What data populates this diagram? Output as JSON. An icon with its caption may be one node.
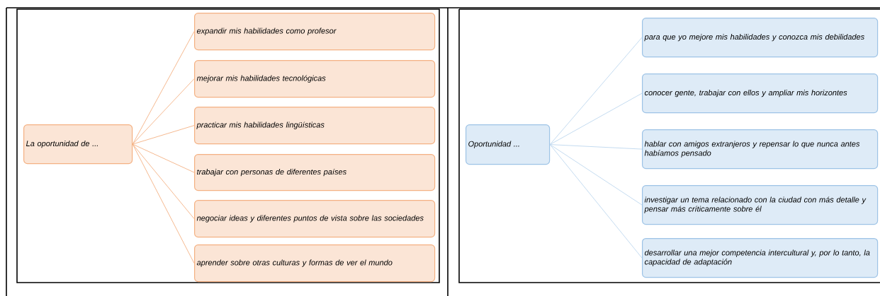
{
  "diagram": {
    "nodes": [
      {
        "text": [
          "La oportunidad de ..."
        ]
      },
      {
        "text": [
          "expandir mis habilidades como profesor"
        ]
      },
      {
        "text": [
          "mejorar mis habilidades tecnológicas"
        ]
      },
      {
        "text": [
          "practicar mis habilidades lingüísticas"
        ]
      },
      {
        "text": [
          "trabajar con personas de diferentes países"
        ]
      },
      {
        "text": [
          "negociar ideas y diferentes puntos de vista sobre las sociedades"
        ]
      },
      {
        "text": [
          "aprender sobre otras culturas y formas de ver el mundo"
        ]
      },
      {
        "text": [
          "Oportunidad ..."
        ]
      },
      {
        "text": [
          "para que yo mejore mis habilidades y conozca mis debilidades"
        ]
      },
      {
        "text": [
          "conocer gente, trabajar con ellos y ampliar mis horizontes"
        ]
      },
      {
        "text": [
          "hablar con amigos extranjeros y repensar lo que nunca antes habíamos pensado"
        ]
      },
      {
        "text": [
          "investigar un tema relacionado con la ciudad con más detalle y pensar más críticamente sobre él"
        ]
      },
      {
        "text": [
          "desarrollar una mejor competencia intercultural y, por lo tanto, la capacidad de adaptación"
        ]
      }
    ],
    "edges": [
      {
        "from": 0,
        "to": 1,
        "arrow": "none"
      },
      {
        "from": 0,
        "to": 2,
        "arrow": "none"
      },
      {
        "from": 0,
        "to": 3,
        "arrow": "none"
      },
      {
        "from": 0,
        "to": 4,
        "arrow": "none"
      },
      {
        "from": 0,
        "to": 5,
        "arrow": "none"
      },
      {
        "from": 0,
        "to": 6,
        "arrow": "none"
      },
      {
        "from": 7,
        "to": 8,
        "arrow": "none",
        "color": "#bdd7ee"
      },
      {
        "from": 7,
        "to": 9,
        "arrow": "none",
        "color": "#bdd7ee"
      },
      {
        "from": 7,
        "to": 10,
        "arrow": "none",
        "color": "#bdd7ee"
      },
      {
        "from": 7,
        "to": 11,
        "arrow": "none",
        "color": "#bdd7ee"
      },
      {
        "from": 7,
        "to": 12,
        "arrow": "none",
        "color": "#bdd7ee"
      }
    ]
  }
}
